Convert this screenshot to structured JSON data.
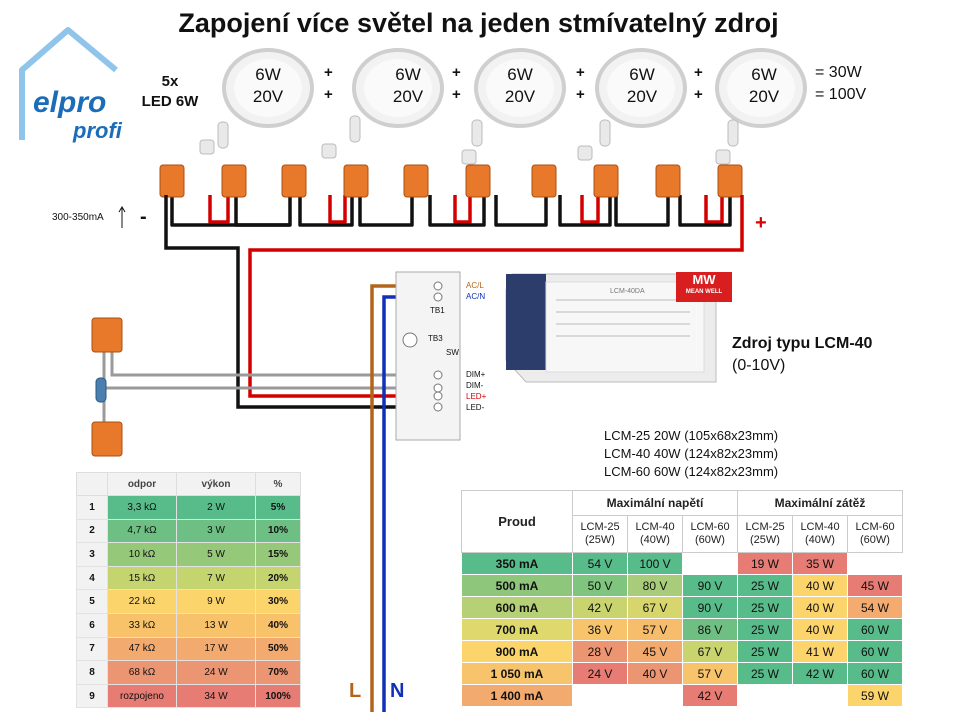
{
  "title": "Zapojení více světel na jeden stmívatelný zdroj",
  "logo": {
    "line1": "elpro",
    "line2": "profi"
  },
  "led_count": {
    "line1": "5x",
    "line2": "LED 6W"
  },
  "lamps": [
    {
      "power": "6W",
      "voltage": "20V"
    },
    {
      "power": "6W",
      "voltage": "20V"
    },
    {
      "power": "6W",
      "voltage": "20V"
    },
    {
      "power": "6W",
      "voltage": "20V"
    },
    {
      "power": "6W",
      "voltage": "20V"
    }
  ],
  "plus_sign": "+",
  "totals": {
    "power": "= 30W",
    "voltage": "= 100V"
  },
  "current_note": "300-350mA",
  "polarity": {
    "minus": "-",
    "plus": "+"
  },
  "driver_terminals": {
    "acl": "AC/L",
    "acn": "AC/N",
    "tb1": "TB1",
    "tb3": "TB3",
    "sw": "SW",
    "dimp": "DIM+",
    "dimm": "DIM-",
    "ledp": "LED+",
    "ledm": "LED-"
  },
  "supply": {
    "name": "Zdroj typu LCM-40",
    "sub": "(0-10V)",
    "brand_line1": "MW",
    "brand_line2": "MEAN WELL",
    "label": "LCM-40DA"
  },
  "models": [
    "LCM-25 20W (105x68x23mm)",
    "LCM-40 40W (124x82x23mm)",
    "LCM-60 60W (124x82x23mm)"
  ],
  "mains": {
    "L": "L",
    "N": "N"
  },
  "colors": {
    "red": "#d40000",
    "black": "#111111",
    "gray": "#9a9a9a",
    "brown": "#b3641b",
    "blue": "#1030b8",
    "orange": "#e8782a"
  },
  "resistor_table": {
    "headers": [
      "",
      "odpor",
      "výkon",
      "%"
    ],
    "rows": [
      {
        "i": "1",
        "r": "3,3 kΩ",
        "p": "2 W",
        "pct": "5%",
        "color": "#57bb8a"
      },
      {
        "i": "2",
        "r": "4,7 kΩ",
        "p": "3 W",
        "pct": "10%",
        "color": "#6dbf83"
      },
      {
        "i": "3",
        "r": "10 kΩ",
        "p": "5 W",
        "pct": "15%",
        "color": "#96c879"
      },
      {
        "i": "4",
        "r": "15 kΩ",
        "p": "7 W",
        "pct": "20%",
        "color": "#c4d46f"
      },
      {
        "i": "5",
        "r": "22 kΩ",
        "p": "9 W",
        "pct": "30%",
        "color": "#fbd46b"
      },
      {
        "i": "6",
        "r": "33 kΩ",
        "p": "13 W",
        "pct": "40%",
        "color": "#f8c26b"
      },
      {
        "i": "7",
        "r": "47 kΩ",
        "p": "17 W",
        "pct": "50%",
        "color": "#f2aa6f"
      },
      {
        "i": "8",
        "r": "68 kΩ",
        "p": "24 W",
        "pct": "70%",
        "color": "#ec9572"
      },
      {
        "i": "9",
        "r": "rozpojeno",
        "p": "34 W",
        "pct": "100%",
        "color": "#e67c73"
      }
    ]
  },
  "current_table": {
    "proud_header": "Proud",
    "group1": "Maximální napětí",
    "group2": "Maximální zátěž",
    "subheaders": [
      [
        "LCM-25",
        "(25W)"
      ],
      [
        "LCM-40",
        "(40W)"
      ],
      [
        "LCM-60",
        "(60W)"
      ],
      [
        "LCM-25",
        "(25W)"
      ],
      [
        "LCM-40",
        "(40W)"
      ],
      [
        "LCM-60",
        "(60W)"
      ]
    ],
    "rows": [
      {
        "proud": "350 mA",
        "pcolor": "#57bb8a",
        "cells": [
          [
            "54 V",
            "#57bb8a"
          ],
          [
            "100 V",
            "#57bb8a"
          ],
          [
            "",
            "#ffffff"
          ],
          [
            "19 W",
            "#e67c73"
          ],
          [
            "35 W",
            "#e67c73"
          ],
          [
            "",
            "#ffffff"
          ]
        ]
      },
      {
        "proud": "500 mA",
        "pcolor": "#8ec77c",
        "cells": [
          [
            "50 V",
            "#7fc47f"
          ],
          [
            "80 V",
            "#a8cc79"
          ],
          [
            "90 V",
            "#57bb8a"
          ],
          [
            "25 W",
            "#57bb8a"
          ],
          [
            "40 W",
            "#fbd46b"
          ],
          [
            "45 W",
            "#e67c73"
          ]
        ]
      },
      {
        "proud": "600 mA",
        "pcolor": "#b5d075",
        "cells": [
          [
            "42 V",
            "#c9d46f"
          ],
          [
            "67 V",
            "#d6d66d"
          ],
          [
            "90 V",
            "#57bb8a"
          ],
          [
            "25 W",
            "#57bb8a"
          ],
          [
            "40 W",
            "#fbd46b"
          ],
          [
            "54 W",
            "#f3ab6f"
          ]
        ]
      },
      {
        "proud": "700 mA",
        "pcolor": "#dfd86c",
        "cells": [
          [
            "36 V",
            "#f8c46b"
          ],
          [
            "57 V",
            "#f6bd6c"
          ],
          [
            "86 V",
            "#6fbf83"
          ],
          [
            "25 W",
            "#57bb8a"
          ],
          [
            "40 W",
            "#fbd46b"
          ],
          [
            "60 W",
            "#57bb8a"
          ]
        ]
      },
      {
        "proud": "900 mA",
        "pcolor": "#fbd46b",
        "cells": [
          [
            "28 V",
            "#ec9572"
          ],
          [
            "45 V",
            "#f2aa6f"
          ],
          [
            "67 V",
            "#c9d46f"
          ],
          [
            "25 W",
            "#57bb8a"
          ],
          [
            "41 W",
            "#fbd46b"
          ],
          [
            "60 W",
            "#57bb8a"
          ]
        ]
      },
      {
        "proud": "1 050 mA",
        "pcolor": "#f8c46b",
        "cells": [
          [
            "24 V",
            "#e67c73"
          ],
          [
            "40 V",
            "#ec9572"
          ],
          [
            "57 V",
            "#f8c46b"
          ],
          [
            "25 W",
            "#57bb8a"
          ],
          [
            "42 W",
            "#57bb8a"
          ],
          [
            "60 W",
            "#57bb8a"
          ]
        ]
      },
      {
        "proud": "1 400 mA",
        "pcolor": "#f2aa6f",
        "cells": [
          [
            "",
            "#ffffff"
          ],
          [
            "",
            "#ffffff"
          ],
          [
            "42 V",
            "#e67c73"
          ],
          [
            "",
            "#ffffff"
          ],
          [
            "",
            "#ffffff"
          ],
          [
            "59 W",
            "#fbd46b"
          ]
        ]
      }
    ]
  }
}
